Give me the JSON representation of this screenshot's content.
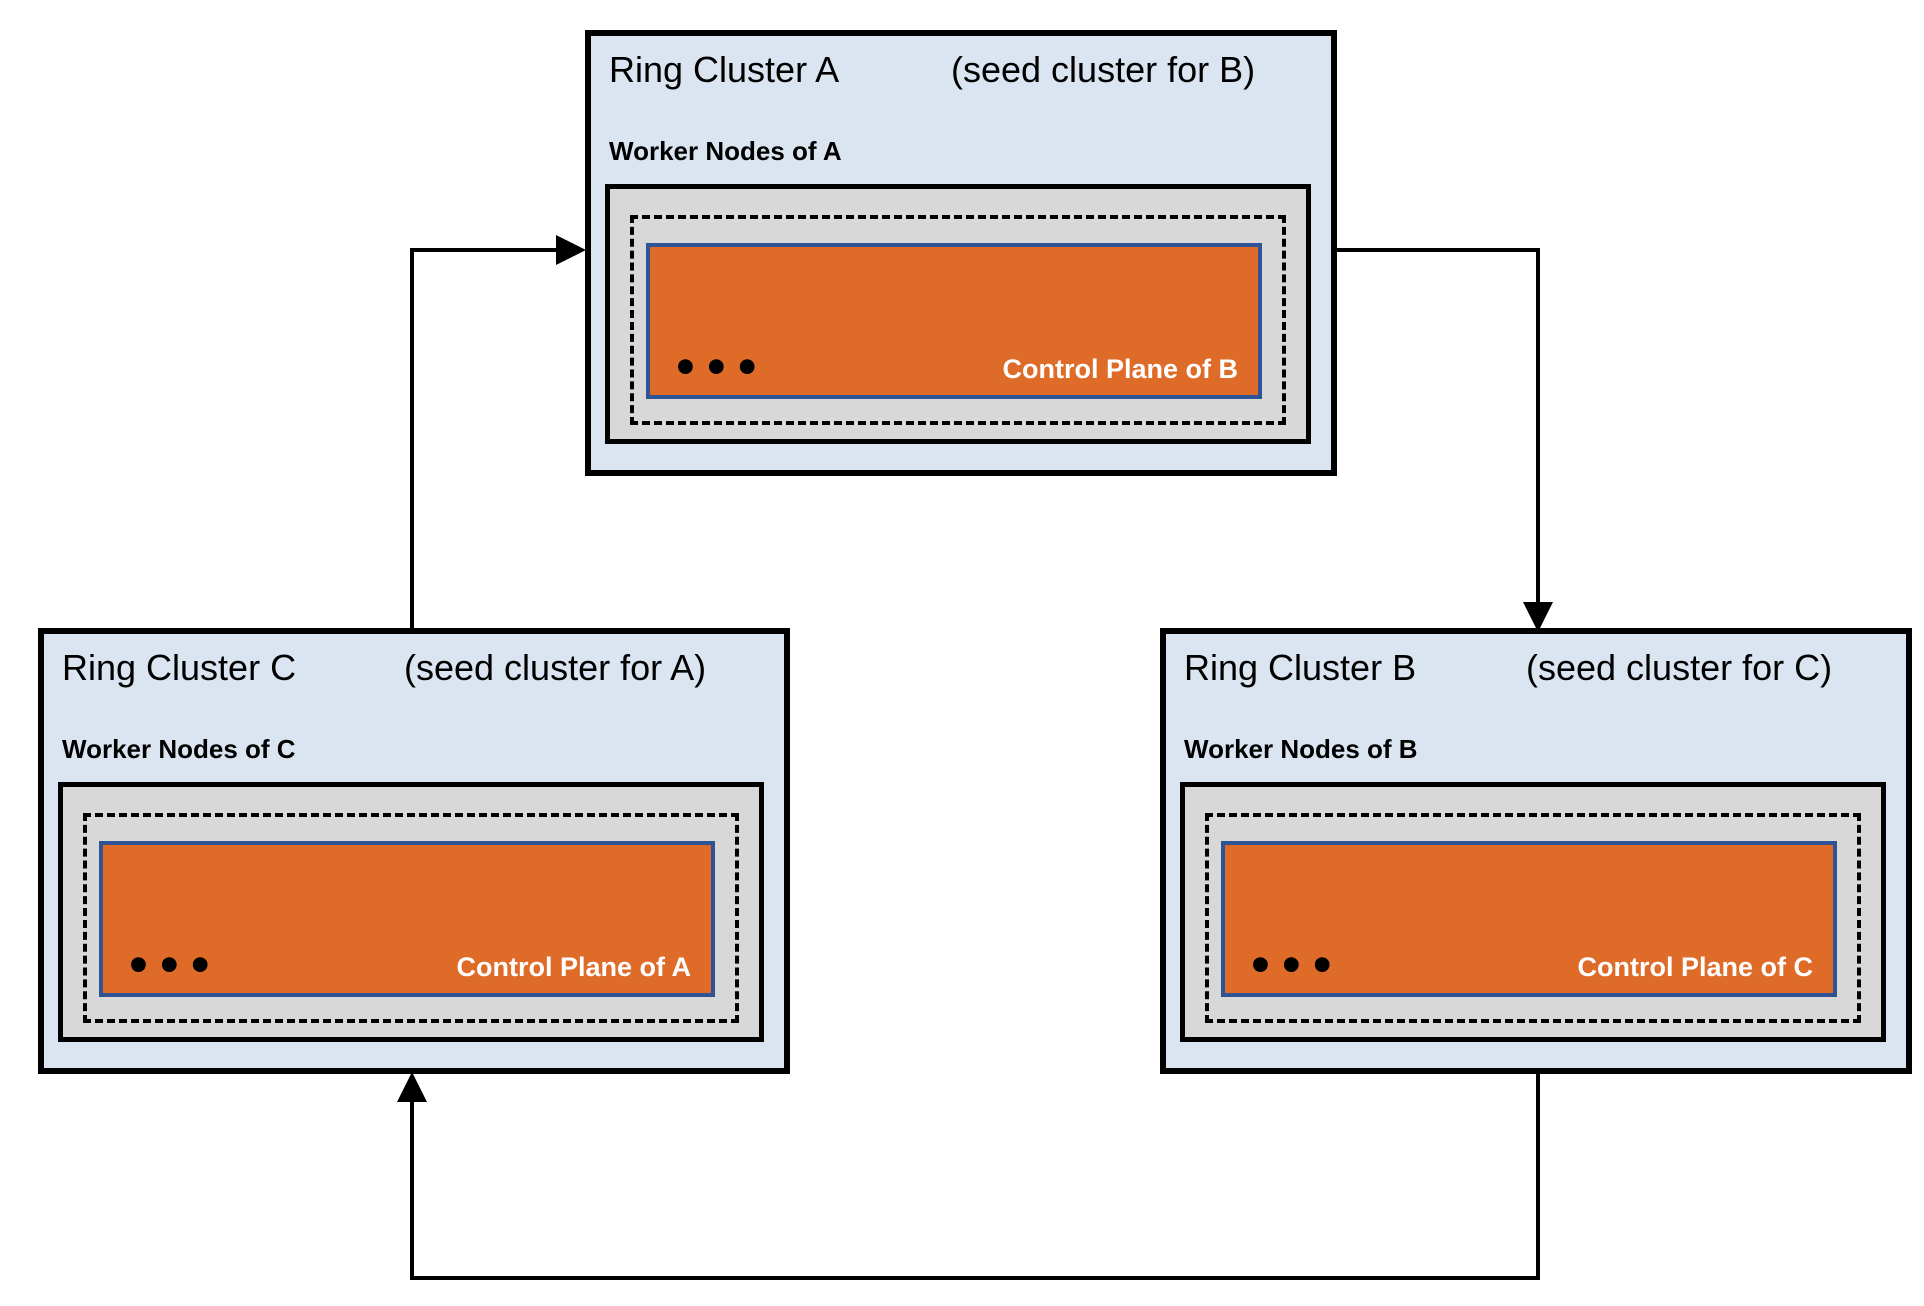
{
  "diagram": {
    "clusters": [
      {
        "key": "a",
        "title": "Ring Cluster A",
        "subtitle": "(seed cluster for B)",
        "worker_label": "Worker Nodes of A",
        "control_plane_label": "Control Plane of B",
        "ellipsis": "•••"
      },
      {
        "key": "b",
        "title": "Ring Cluster B",
        "subtitle": "(seed cluster for C)",
        "worker_label": "Worker Nodes of B",
        "control_plane_label": "Control Plane of C",
        "ellipsis": "•••"
      },
      {
        "key": "c",
        "title": "Ring Cluster C",
        "subtitle": "(seed cluster for A)",
        "worker_label": "Worker Nodes of C",
        "control_plane_label": "Control Plane of A",
        "ellipsis": "•••"
      }
    ],
    "arrows": [
      {
        "from": "Ring Cluster C",
        "to": "Ring Cluster A"
      },
      {
        "from": "Ring Cluster A",
        "to": "Ring Cluster B"
      },
      {
        "from": "Ring Cluster B",
        "to": "Ring Cluster C"
      }
    ],
    "colors": {
      "cluster_fill": "#dbe5f1",
      "cluster_border": "#000000",
      "worker_area_fill": "#d8d8d8",
      "control_plane_fill": "#df6b28",
      "control_plane_border": "#2e5495",
      "line": "#000000"
    }
  }
}
